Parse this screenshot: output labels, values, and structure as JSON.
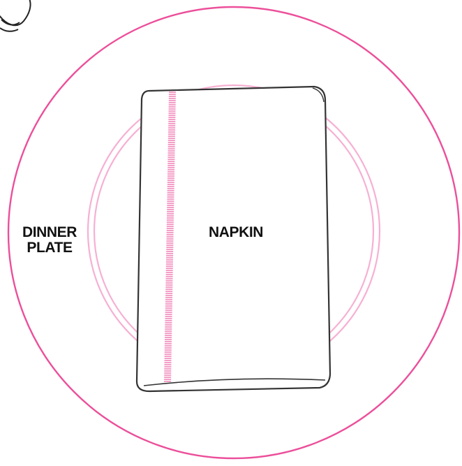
{
  "labels": {
    "dinner_plate_line1": "DINNER",
    "dinner_plate_line2": "PLATE",
    "napkin": "NAPKIN"
  },
  "colors": {
    "charger_ring": "#ec4f9a",
    "plate_ring": "#f6b0d3",
    "napkin_outline": "#333333",
    "napkin_hem": "#ef6aa9",
    "napkin_fill": "#ffffff"
  },
  "icons": [
    "glass-icon"
  ]
}
